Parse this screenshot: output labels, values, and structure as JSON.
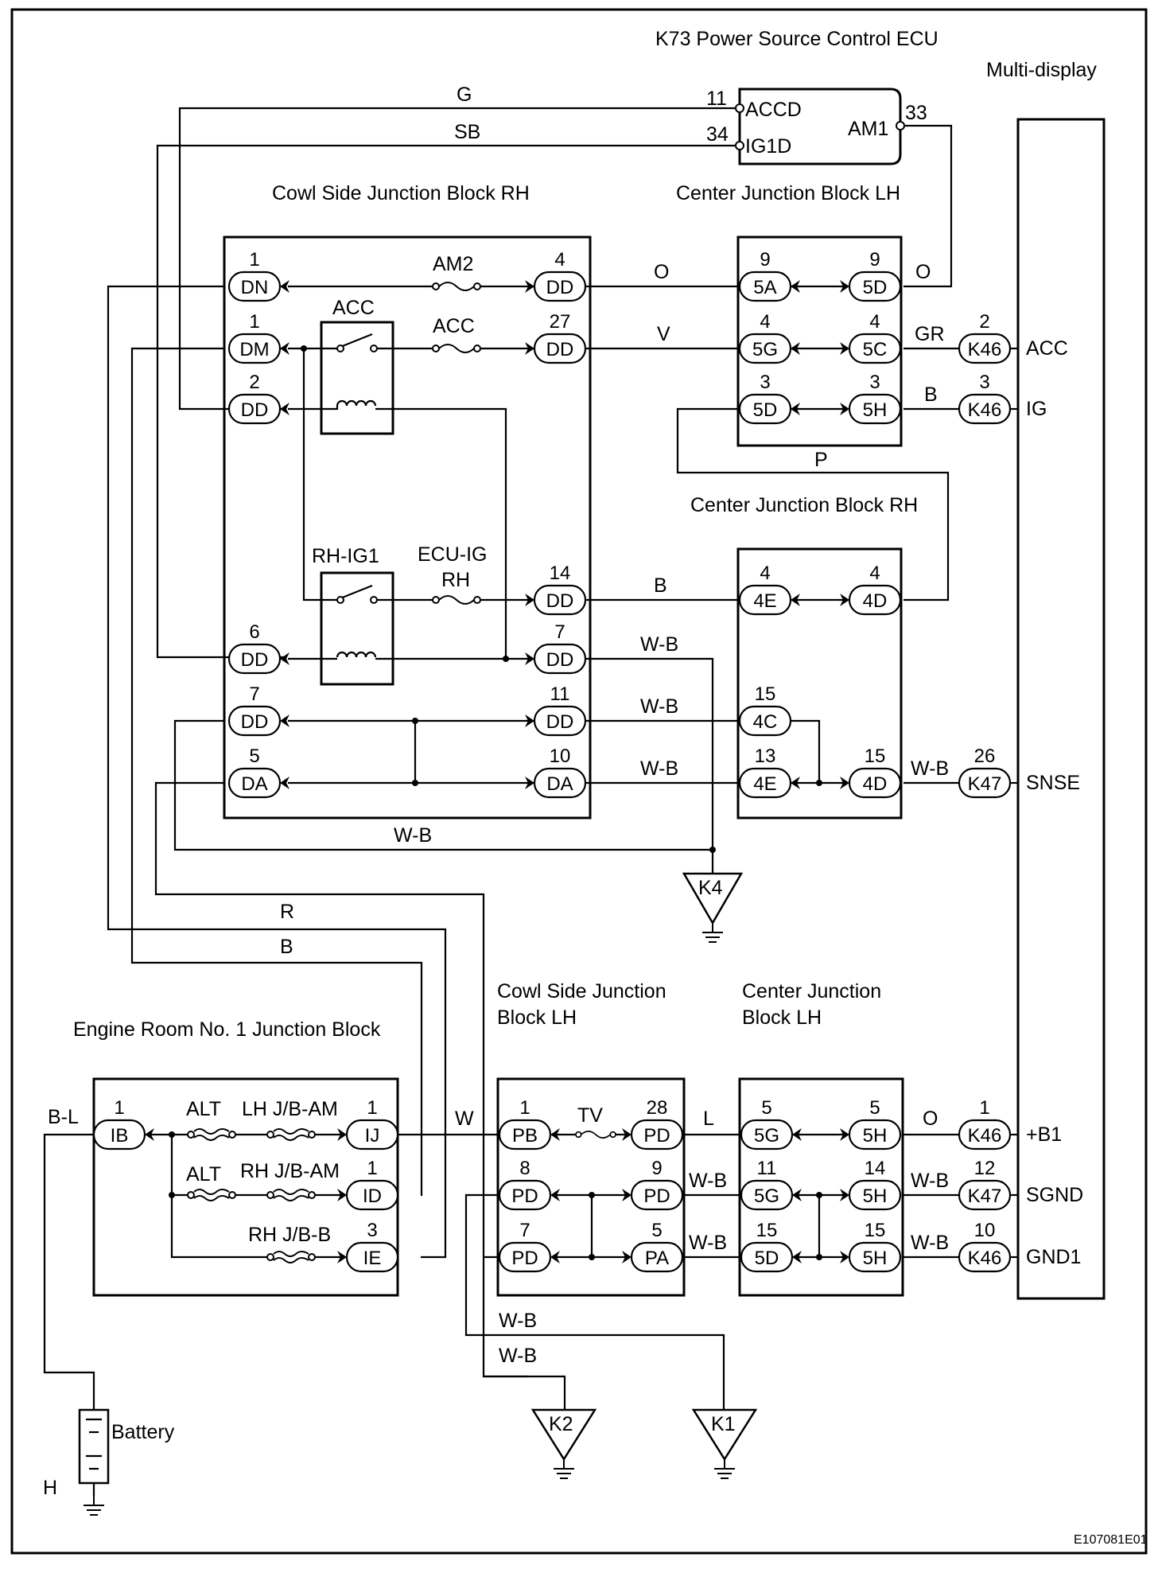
{
  "ecu": {
    "title": "K73  Power Source Control ECU",
    "pin_accd": "ACCD",
    "pin_ig1d": "IG1D",
    "pin_am1": "AM1",
    "num_11": "11",
    "num_34": "34",
    "num_33": "33"
  },
  "multi_display": {
    "title": "Multi-display"
  },
  "cowl_rh": {
    "title": "Cowl Side Junction Block RH",
    "relay_acc": "ACC",
    "fuse_am2": "AM2",
    "fuse_acc": "ACC",
    "relay_rhig1": "RH-IG1",
    "fuse_ecu_ig_1": "ECU-IG",
    "fuse_ecu_ig_2": "RH"
  },
  "center_lh_top": {
    "title": "Center Junction Block LH"
  },
  "center_rh": {
    "title": "Center Junction Block RH"
  },
  "cowl_lh": {
    "title_1": "Cowl Side Junction",
    "title_2": "Block LH",
    "fuse_tv": "TV"
  },
  "center_lh_bottom": {
    "title_1": "Center Junction",
    "title_2": "Block LH"
  },
  "engine_room": {
    "title": "Engine Room No. 1 Junction Block",
    "alt1": "ALT",
    "lh_jb_am": "LH J/B-AM",
    "alt2": "ALT",
    "rh_jb_am": "RH J/B-AM",
    "rh_jb_b": "RH J/B-B"
  },
  "wire_colors": {
    "g": "G",
    "sb": "SB",
    "o1": "O",
    "o2": "O",
    "v": "V",
    "gr": "GR",
    "b1": "B",
    "p": "P",
    "b2": "B",
    "wb1": "W-B",
    "wb2": "W-B",
    "wb3": "W-B",
    "wb4": "W-B",
    "wb5": "W-B",
    "r": "R",
    "b3": "B",
    "bl": "B-L",
    "w": "W",
    "l": "L",
    "o3": "O",
    "wb6": "W-B",
    "wb7": "W-B",
    "wb8": "W-B",
    "wb9": "W-B",
    "wb10": "W-B",
    "wb11": "W-B"
  },
  "signals": {
    "acc": "ACC",
    "ig": "IG",
    "snse": "SNSE",
    "b1": "+B1",
    "sgnd": "SGND",
    "gnd1": "GND1"
  },
  "grounds": {
    "k4": "K4",
    "k2": "K2",
    "k1": "K1"
  },
  "battery": {
    "label": "Battery",
    "h": "H"
  },
  "figure_code": "E107081E01",
  "connectors": [
    {
      "num": "1",
      "name": "DN"
    },
    {
      "num": "1",
      "name": "DM"
    },
    {
      "num": "2",
      "name": "DD"
    },
    {
      "num": "6",
      "name": "DD"
    },
    {
      "num": "7",
      "name": "DD"
    },
    {
      "num": "5",
      "name": "DA"
    },
    {
      "num": "4",
      "name": "DD"
    },
    {
      "num": "27",
      "name": "DD"
    },
    {
      "num": "14",
      "name": "DD"
    },
    {
      "num": "7",
      "name": "DD"
    },
    {
      "num": "11",
      "name": "DD"
    },
    {
      "num": "10",
      "name": "DA"
    },
    {
      "num": "9",
      "name": "5A"
    },
    {
      "num": "4",
      "name": "5G"
    },
    {
      "num": "3",
      "name": "5D"
    },
    {
      "num": "9",
      "name": "5D"
    },
    {
      "num": "4",
      "name": "5C"
    },
    {
      "num": "3",
      "name": "5H"
    },
    {
      "num": "2",
      "name": "K46"
    },
    {
      "num": "3",
      "name": "K46"
    },
    {
      "num": "4",
      "name": "4E"
    },
    {
      "num": "15",
      "name": "4C"
    },
    {
      "num": "13",
      "name": "4E"
    },
    {
      "num": "4",
      "name": "4D"
    },
    {
      "num": "15",
      "name": "4D"
    },
    {
      "num": "26",
      "name": "K47"
    },
    {
      "num": "1",
      "name": "IB"
    },
    {
      "num": "1",
      "name": "IJ"
    },
    {
      "num": "1",
      "name": "ID"
    },
    {
      "num": "3",
      "name": "IE"
    },
    {
      "num": "1",
      "name": "PB"
    },
    {
      "num": "8",
      "name": "PD"
    },
    {
      "num": "7",
      "name": "PD"
    },
    {
      "num": "28",
      "name": "PD"
    },
    {
      "num": "9",
      "name": "PD"
    },
    {
      "num": "5",
      "name": "PA"
    },
    {
      "num": "5",
      "name": "5G"
    },
    {
      "num": "11",
      "name": "5G"
    },
    {
      "num": "15",
      "name": "5D"
    },
    {
      "num": "5",
      "name": "5H"
    },
    {
      "num": "14",
      "name": "5H"
    },
    {
      "num": "15",
      "name": "5H"
    },
    {
      "num": "1",
      "name": "K46"
    },
    {
      "num": "12",
      "name": "K47"
    },
    {
      "num": "10",
      "name": "K46"
    }
  ]
}
